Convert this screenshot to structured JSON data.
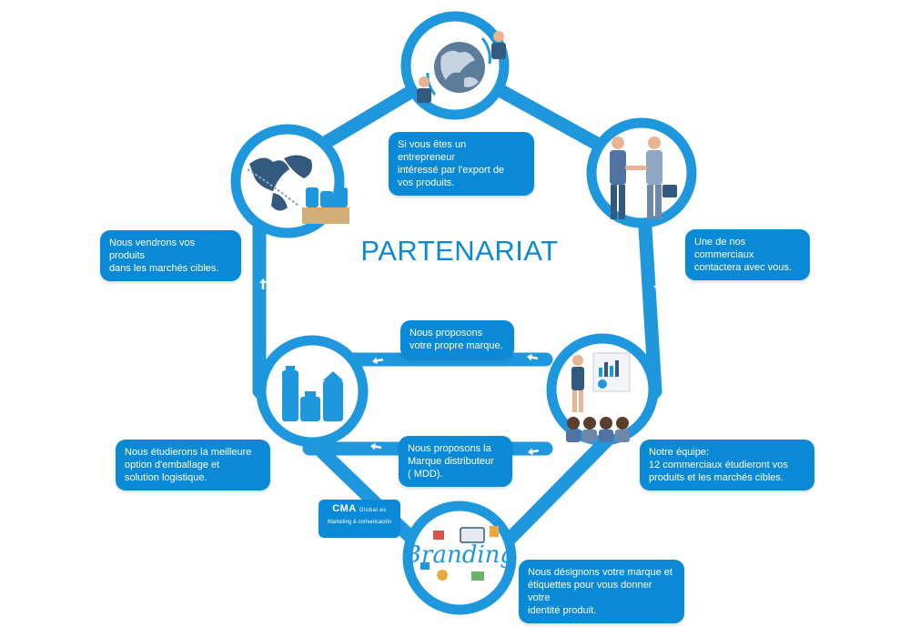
{
  "title": "PARTENARIAT",
  "colors": {
    "primary": "#0a8ad6",
    "ring": "#1f97dc",
    "dark_blue": "#34597f"
  },
  "steps": [
    {
      "text": "Si vous êtes un entrepreneur\nintéressé par l'export de\nvos produits.",
      "icon": "globe-handshake-icon"
    },
    {
      "text": "Une de nos commerciaux\ncontactera avec vous.",
      "icon": "business-handshake-icon"
    },
    {
      "text": "Notre équipe:\n12 commerciaux étudieront vos\nproduits et les marchés cibles.",
      "icon": "presentation-icon"
    },
    {
      "text": "Nous proposons\nvotre propre marque.",
      "icon": ""
    },
    {
      "text": "Nous proposons la\nMarque distributeur\n( MDD).",
      "icon": ""
    },
    {
      "text": "Nous étudierons la meilleure\noption d'emballage et\nsolution logistique.",
      "icon": "packaging-bottles-icon"
    },
    {
      "text": "Nous vendrons vos produits\ndans les marchés cibles.",
      "icon": "world-map-icon"
    },
    {
      "text": "Nous désignons votre marque et\nétiquettes pour vous donner votre\nidentité produit.",
      "icon": "branding-icon"
    }
  ],
  "branding_word": "Branding",
  "logo": {
    "name": "CMA",
    "sub": "Global.es",
    "tagline": "Marketing & comunicación"
  }
}
